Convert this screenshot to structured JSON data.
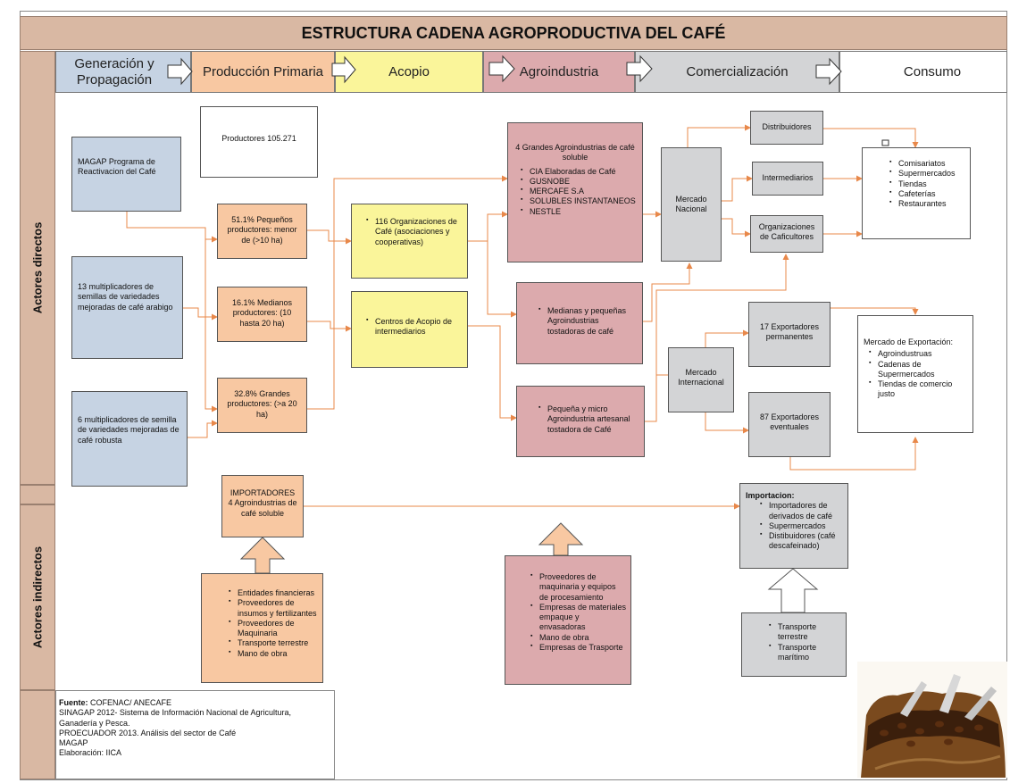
{
  "title": "ESTRUCTURA CADENA AGROPRODUCTIVA DEL CAFÉ",
  "stages": [
    {
      "label": "Generación y Propagación",
      "color": "#c6d3e3"
    },
    {
      "label": "Producción Primaria",
      "color": "#f8c8a2"
    },
    {
      "label": "Acopio",
      "color": "#faf59a"
    },
    {
      "label": "Agroindustria",
      "color": "#dcaaad"
    },
    {
      "label": "Comercialización",
      "color": "#d3d4d6"
    },
    {
      "label": "Consumo",
      "color": "#ffffff"
    }
  ],
  "side_labels": {
    "direct": "Actores directos",
    "indirect": "Actores indirectos"
  },
  "generation": {
    "magap": "MAGAP Programa de Reactivacion del Café",
    "arabigo": "13 multiplicadores de semillas de variedades mejoradas de café arabigo",
    "robusta": "6 multiplicadores de semilla de variedades mejoradas de café robusta"
  },
  "production": {
    "productores": "Productores 105.271",
    "pequenos": "51.1% Pequeños productores: menor de (>10 ha)",
    "medianos": "16.1% Medianos productores: (10 hasta 20 ha)",
    "grandes": "32.8% Grandes productores: (>a 20 ha)"
  },
  "acopio": {
    "organizaciones": "116 Organizaciones de Café (asociaciones y cooperativas)",
    "centros": "Centros de Acopio de intermediarios"
  },
  "agroindustria": {
    "grandes_title": "4 Grandes Agroindustrias de café soluble",
    "grandes_items": [
      "CIA Elaboradas de Café",
      "GUSNOBE",
      "MERCAFE S.A",
      "SOLUBLES INSTANTANEOS",
      "NESTLE"
    ],
    "medianas": "Medianas y pequeñas Agroindustrias tostadoras de café",
    "micro": "Pequeña y micro Agroindustria artesanal tostadora de Café"
  },
  "comercializacion": {
    "mercado_nacional": "Mercado Nacional",
    "distribuidores": "Distribuidores",
    "intermediarios": "Intermediarios",
    "org_caficultores": "Organizaciones de Caficultores",
    "mercado_internacional": "Mercado Internacional",
    "exp_permanentes": "17 Exportadores permanentes",
    "exp_eventuales": "87 Exportadores eventuales"
  },
  "consumo": {
    "nacional_items": [
      "Comisariatos",
      "Supermercados",
      "Tiendas",
      "Cafeterías",
      "Restaurantes"
    ],
    "export_title": "Mercado de Exportación:",
    "export_items": [
      "Agroindustruas",
      "Cadenas de Supermercados",
      "Tiendas de comercio justo"
    ]
  },
  "indirect": {
    "importadores": "IMPORTADORES 4 Agroindustrias de café soluble",
    "servicios_items": [
      "Entidades financieras",
      "Proveedores de insumos y fertilizantes",
      "Proveedores de Maquinaria",
      "Transporte terrestre",
      "Mano de obra"
    ],
    "proveedores_items": [
      "Proveedores de maquinaria y equipos de procesamiento",
      "Empresas de materiales empaque y envasadoras",
      "Mano de obra",
      "Empresas de Trasporte"
    ],
    "importacion_title": "Importacion:",
    "importacion_items": [
      "Importadores de derivados de café",
      "Supermercados",
      "Distibuidores (café descafeinado)"
    ],
    "transporte_items": [
      "Transporte terrestre",
      "Transporte marítimo"
    ]
  },
  "source": {
    "label": "Fuente:",
    "first": "COFENAC/ ANECAFE",
    "lines": [
      "SINAGAP 2012- Sistema de Información Nacional de Agricultura, Ganadería y Pesca.",
      "PROECUADOR 2013. Análisis del sector de Café",
      "MAGAP",
      "Elaboración: IICA"
    ]
  },
  "colors": {
    "line": "#e8884a",
    "header": "#d9b8a3"
  }
}
